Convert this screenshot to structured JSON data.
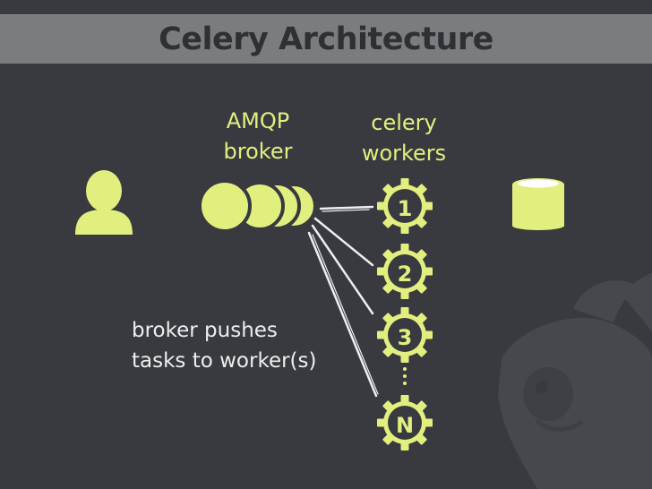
{
  "title": "Celery Architecture",
  "broker": {
    "line1": "AMQP",
    "line2": "broker"
  },
  "workers": {
    "line1": "celery",
    "line2": "workers",
    "items": [
      "1",
      "2",
      "3",
      "N"
    ]
  },
  "caption": {
    "line1": "broker pushes",
    "line2": "tasks to worker(s)"
  },
  "icons": [
    "user-icon",
    "broker-queue-icon",
    "worker-gear-icon",
    "database-icon",
    "celery-mascot-icon"
  ],
  "colors": {
    "accent": "#e2ef7f",
    "background": "#383a3f",
    "title_bar": "#7b7c80",
    "title_text": "#2f3034"
  }
}
